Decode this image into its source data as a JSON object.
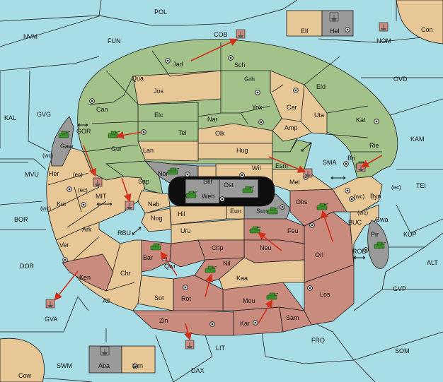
{
  "colors": {
    "sea": "#a8dde6",
    "green": "#a2c28a",
    "tan": "#e8c796",
    "red": "#c98b7e",
    "gray": "#9a9a9a",
    "black": "#0e0e0e",
    "arrow": "#d1311c",
    "unit": "#3f8e2d"
  },
  "sea_labels": {
    "pol": "POL",
    "nvm": "NVM",
    "fun": "FUN",
    "cob": "COB",
    "nom": "NOM",
    "con": "Con",
    "ovd": "OVD",
    "kal": "KAL",
    "gvg": "GVG",
    "gor": "GOR",
    "kam": "KAM",
    "sma": "SMA",
    "tei": "TEI",
    "mvu": "MVU",
    "mit": "MIT",
    "bor": "BOR",
    "rbu": "RBU",
    "buc": "BUC",
    "kup": "KUP",
    "rod": "ROD",
    "alt": "ALT",
    "dor": "DOR",
    "gvp": "GVP",
    "gva": "GVA",
    "fro": "FRO",
    "som": "SOM",
    "lit": "LIT",
    "swm": "SWM",
    "dax": "DAX",
    "cow": "Cow"
  },
  "land_labels": {
    "elf": "Elf",
    "hel": "Hel",
    "jad": "Jad",
    "sch": "Sch",
    "qua": "Qua",
    "jos": "Jos",
    "grh": "Grh",
    "eld": "Eld",
    "can": "Can",
    "car": "Car",
    "yok": "Yok",
    "uta": "Uta",
    "kat": "Kat",
    "elc": "Elc",
    "nar": "Nar",
    "amp": "Amp",
    "tel": "Tel",
    "olk": "Olk",
    "gaw": "Gaw",
    "gur": "Gur",
    "lan": "Lan",
    "hug": "Hug",
    "rie": "Rie",
    "bri": "Bri",
    "wil": "Wil",
    "esm": "Esm",
    "nor": "Nor",
    "skr": "Skr",
    "her": "Her",
    "sap": "Sap",
    "ost": "Ost",
    "web": "Web",
    "mel": "Mel",
    "byn": "Byn",
    "kor": "Kor",
    "nab": "Nab",
    "eun": "Eun",
    "sun": "Sun",
    "obs": "Obs",
    "gwa": "Gwa",
    "hil": "Hil",
    "nog": "Nog",
    "ark": "Ark",
    "uru": "Uru",
    "feu": "Feu",
    "pir": "Pir",
    "ver": "Ver",
    "chp": "Chp",
    "neu": "Neu",
    "orl": "Orl",
    "bar": "Bar",
    "qwi": "Qwi",
    "nil": "Nil",
    "chr": "Chr",
    "ken": "Ken",
    "kaa": "Kaa",
    "rot": "Rot",
    "sot": "Sot",
    "los": "Los",
    "ail": "Ail",
    "mou": "Mou",
    "zin": "Zin",
    "kar": "Kar",
    "sam": "Sam",
    "aba": "Aba",
    "orn": "Orn"
  },
  "coast_labels": {
    "wc_her": "(wc)",
    "ec_her": "(ec)",
    "ec_kor": "(ec)",
    "wc_kor": "(wc)",
    "wc_byn": "(wc)",
    "ec_byn": "(ec)",
    "wc_gwa": "(wc)"
  }
}
